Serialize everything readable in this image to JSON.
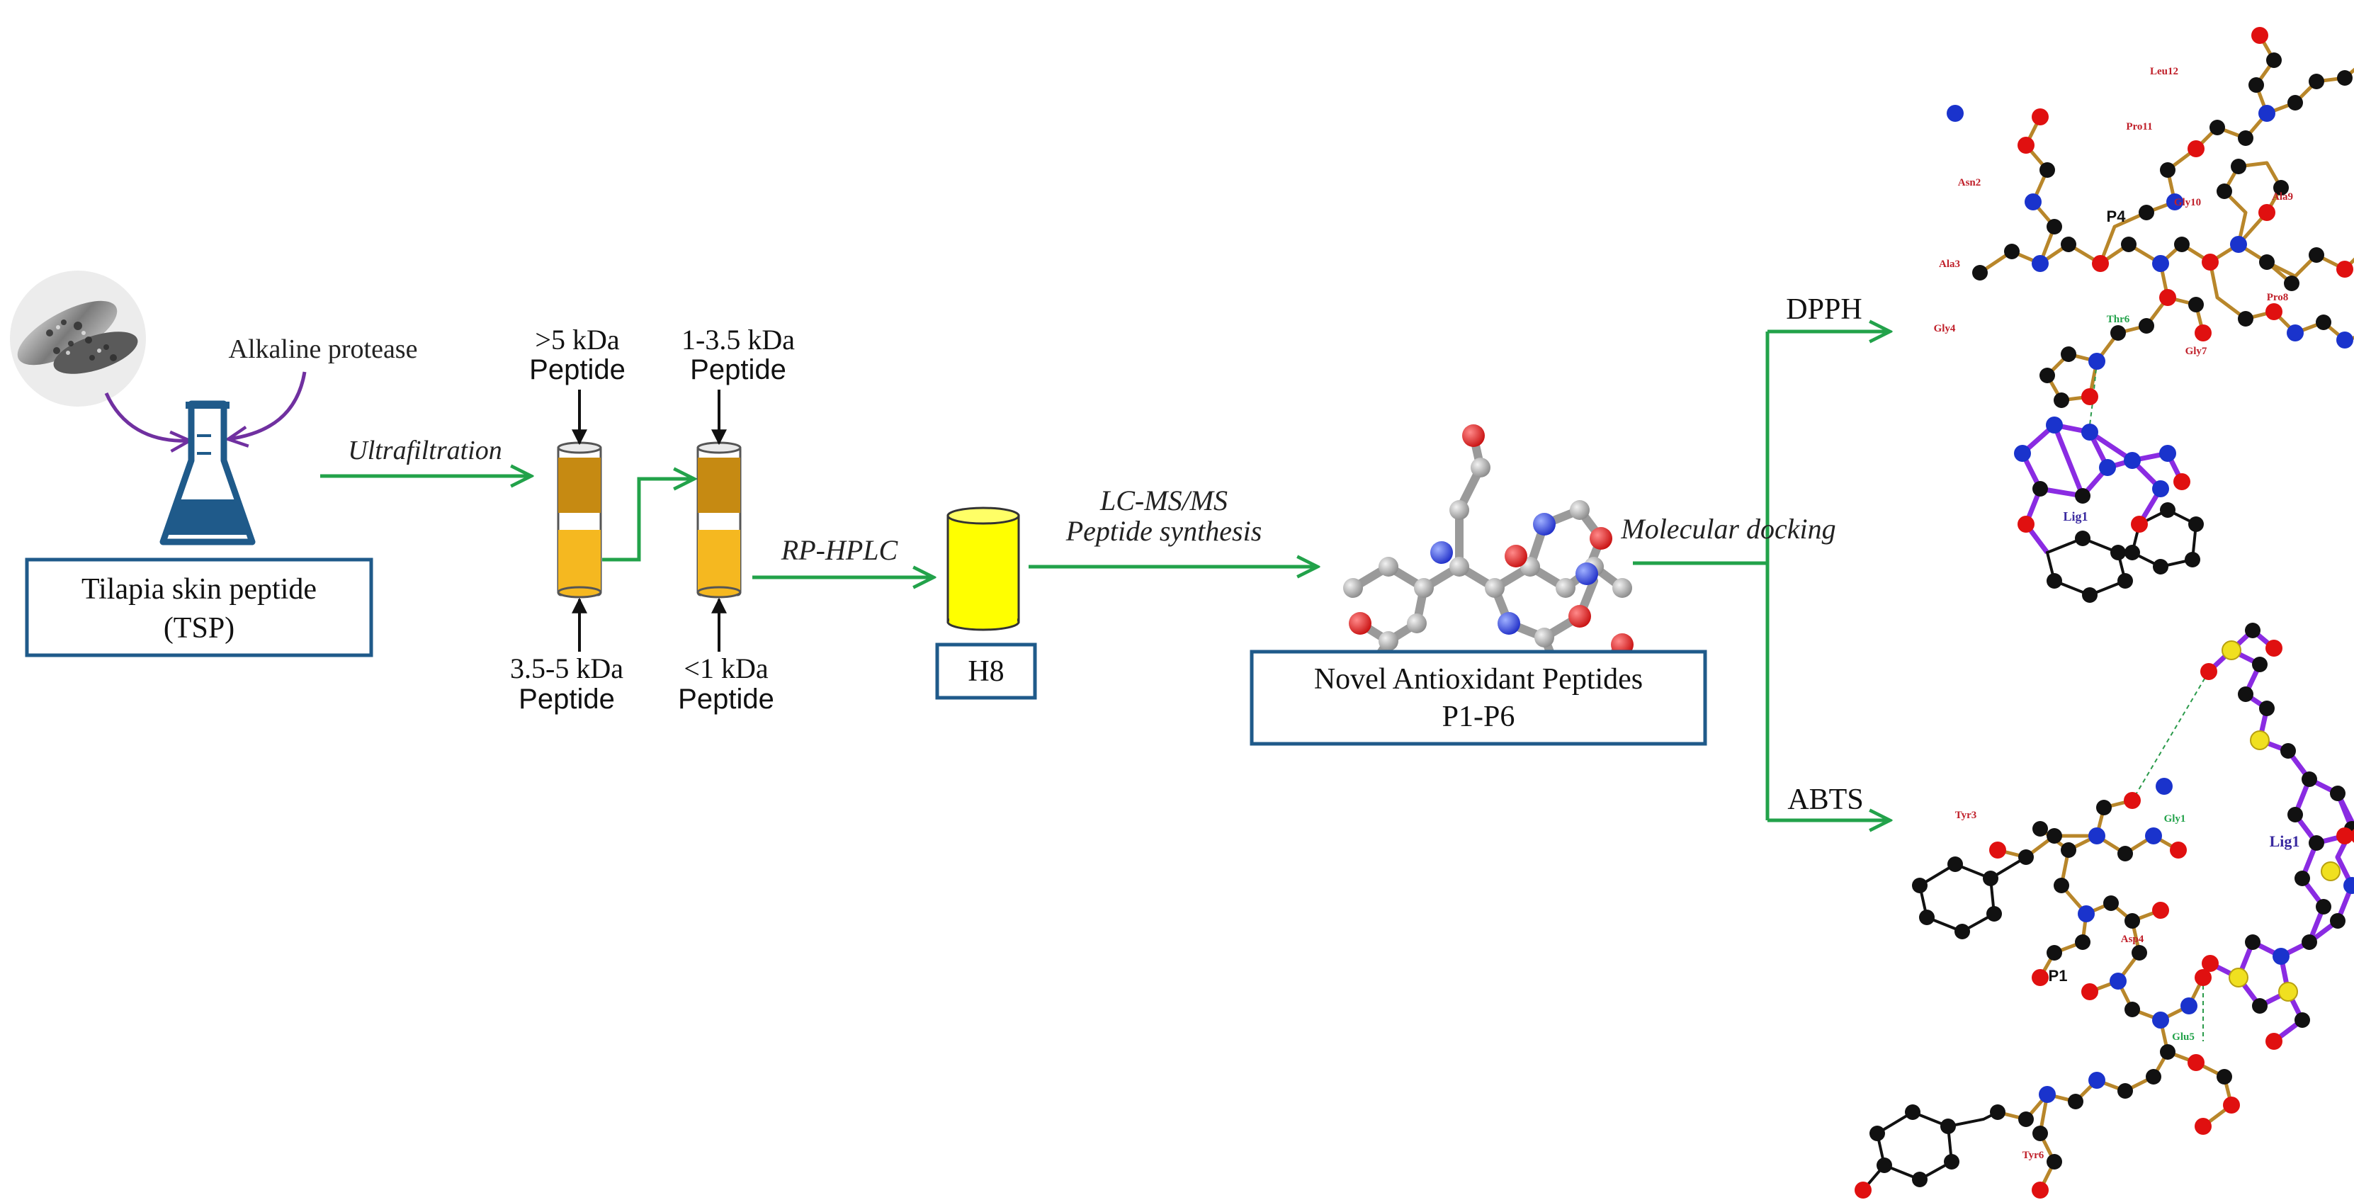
{
  "diagram": {
    "step_labels": {
      "alkaline_protease": "Alkaline protease",
      "ultrafiltration": "Ultrafiltration",
      "rp_hplc": "RP-HPLC",
      "lcms_line1": "LC-MS/MS",
      "lcms_line2": "Peptide synthesis",
      "molecular_docking": "Molecular docking",
      "dpph": "DPPH",
      "abts": "ABTS"
    },
    "boxes": {
      "tsp_line1": "Tilapia skin peptide",
      "tsp_line2": "(TSP)",
      "h8": "H8",
      "novel_line1": "Novel Antioxidant Peptides",
      "novel_line2": "P1-P6"
    },
    "fractions": {
      "gt5_line1": ">5 kDa",
      "gt5_line2": "Peptide",
      "f1_35_line1": "1-3.5 kDa",
      "f1_35_line2": "Peptide",
      "f35_5_line1": "3.5-5 kDa",
      "f35_5_line2": "Peptide",
      "lt1_line1": "<1 kDa",
      "lt1_line2": "Peptide"
    },
    "docking_dpph": {
      "peptide": "P4",
      "ligand": "Lig1",
      "residues": [
        "Leu12",
        "Pro11",
        "Asn2",
        "Gly10",
        "Ala9",
        "Ala3",
        "Thr6",
        "Pro8",
        "Gly4",
        "Gly7"
      ]
    },
    "docking_abts": {
      "peptide": "P1",
      "ligand": "Lig1",
      "residues": [
        "Tyr3",
        "Gly1",
        "Asp4",
        "Glu5",
        "Tyr6"
      ]
    },
    "colors": {
      "arrow_green": "#22a24a",
      "arrow_purple": "#7030a0",
      "box_border": "#1f5a8a",
      "flask_blue": "#1f5a8a",
      "tube_top": "#c68a12",
      "tube_bottom": "#f5b820",
      "h8_fill": "#ffff00",
      "atom_carbon": "#111111",
      "atom_oxygen": "#e01010",
      "atom_nitrogen": "#1a33cc",
      "atom_sulfur": "#f0e020",
      "bond_brown": "#b8862a",
      "ligand_bond": "#8a2be2",
      "residue_red": "#c0202a",
      "residue_green": "#22a24a"
    }
  }
}
